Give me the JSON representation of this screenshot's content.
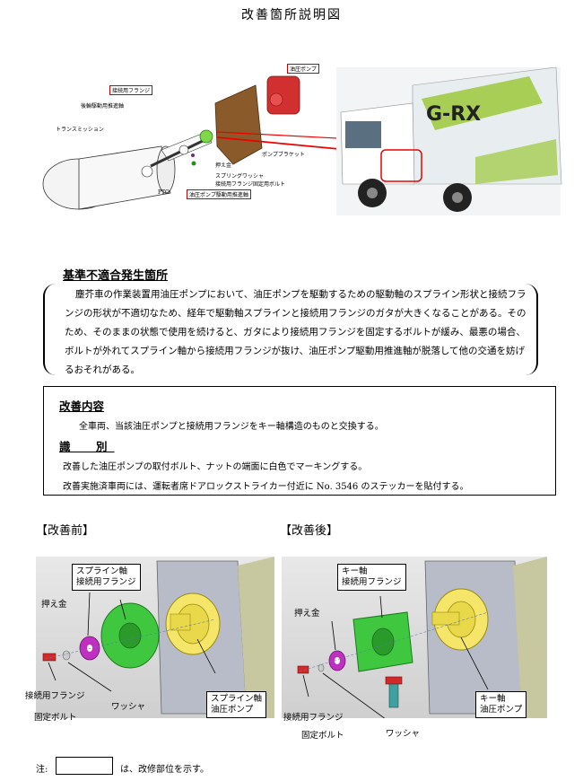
{
  "title": "改善箇所説明図",
  "diagram_labels": {
    "hydraulic_pump": "油圧ポンプ",
    "connecting_flange": "接続用フランジ",
    "rear_drive_shaft": "後輪駆動用推進軸",
    "transmission": "トランスミッション",
    "pump_bracket": "ポンプブラケット",
    "retainer": "押え金",
    "spring_washer": "スプリングワッシャ",
    "flange_bolt": "接続用フランジ固定用ボルト",
    "pto": "PTO",
    "pump_drive_shaft": "油圧ポンプ駆動用推進軸",
    "truck_logo": "G-RX"
  },
  "section_defect": {
    "heading": "基準不適合発生箇所",
    "body": "塵芥車の作業装置用油圧ポンプにおいて、油圧ポンプを駆動するための駆動軸のスプライン形状と接続フランジの形状が不適切なため、経年で駆動軸スプラインと接続用フランジのガタが大きくなることがある。そのため、そのままの状態で使用を続けると、ガタにより接続用フランジを固定するボルトが緩み、最悪の場合、ボルトが外れてスプライン軸から接続用フランジが抜け、油圧ポンプ駆動用推進軸が脱落して他の交通を妨げるおそれがある。"
  },
  "section_improve": {
    "heading": "改善内容",
    "body": "全車両、当該油圧ポンプと接続用フランジをキー軸構造のものと交換する。",
    "ident_heading": "識　別",
    "ident_line1": "改善した油圧ポンプの取付ボルト、ナットの端面に白色でマーキングする。",
    "ident_line2": "改善実施済車両には、運転者席ドアロックストライカー付近に No. 3546 のステッカーを貼付する。"
  },
  "before": {
    "label": "【改善前】",
    "flange_callout": [
      "スプライン軸",
      "接続用フランジ"
    ],
    "retainer": "押え金",
    "bolt": [
      "接続用フランジ",
      "固定ボルト"
    ],
    "washer": "ワッシャ",
    "pump_callout": [
      "スプライン軸",
      "油圧ポンプ"
    ]
  },
  "after": {
    "label": "【改善後】",
    "flange_callout": [
      "キー軸",
      "接続用フランジ"
    ],
    "retainer": "押え金",
    "bolt": [
      "接続用フランジ",
      "固定ボルト"
    ],
    "washer": "ワッシャ",
    "pump_callout": [
      "キー軸",
      "油圧ポンプ"
    ]
  },
  "note": {
    "label": "注:",
    "text": "は、改修部位を示す。"
  }
}
